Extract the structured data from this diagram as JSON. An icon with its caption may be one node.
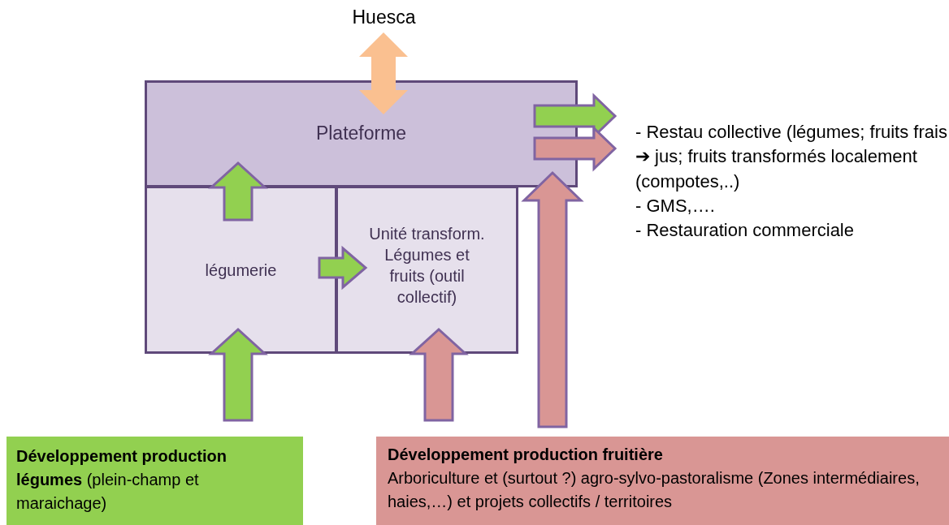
{
  "diagram": {
    "nodes": [
      {
        "text": [
          "Huesca"
        ]
      },
      {
        "text": [
          "Plateforme"
        ]
      },
      {
        "text": [
          "légumerie"
        ]
      },
      {
        "text": [
          "Unité transform. Légumes et fruits (outil collectif)"
        ]
      },
      {
        "text": [
          "- Restau collective (légumes; fruits frais ➔ jus; fruits transformés localement (compotes,..)",
          "- GMS,….",
          "- Restauration commerciale"
        ]
      },
      {
        "text": [
          "**Développement production légumes** (plein-champ et maraichage)"
        ]
      },
      {
        "text": [
          "Développement production fruitière",
          "Arboriculture et (surtout ?) agro-sylvo-pastoralisme (Zones intermédiaires, haies,…) et projets collectifs / territoires"
        ]
      }
    ],
    "edges": [
      {
        "from": 0,
        "to": 1,
        "arrow": "both",
        "color": "#fac090"
      },
      {
        "from": 2,
        "to": 1,
        "arrow": "to"
      },
      {
        "from": 2,
        "to": 3,
        "arrow": "to"
      },
      {
        "from": 5,
        "to": 2,
        "arrow": "to"
      },
      {
        "from": 6,
        "to": 3,
        "arrow": "to",
        "color": "#d99694"
      },
      {
        "from": 6,
        "to": 1,
        "arrow": "to",
        "color": "#d99694"
      },
      {
        "from": 1,
        "to": 4,
        "arrow": "to"
      },
      {
        "from": 1,
        "to": 4,
        "arrow": "to",
        "color": "#d99694"
      }
    ]
  }
}
